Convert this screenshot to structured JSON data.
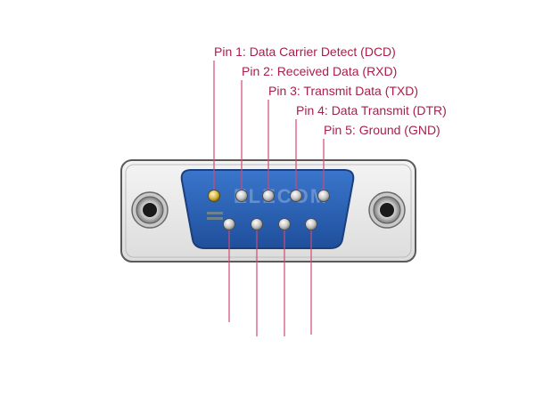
{
  "labels": {
    "pin1": "Pin 1: Data Carrier Detect (DCD)",
    "pin2": "Pin 2: Received Data (RXD)",
    "pin3": "Pin 3: Transmit Data (TXD)",
    "pin4": "Pin 4: Data Transmit (DTR)",
    "pin5": "Pin 5: Ground (GND)"
  },
  "watermark": "ELECOM",
  "colors": {
    "label": "#a8204a",
    "leader_line": "#d04a72",
    "connector_face": "#2c63b8",
    "shell": "#e8e8e8"
  }
}
